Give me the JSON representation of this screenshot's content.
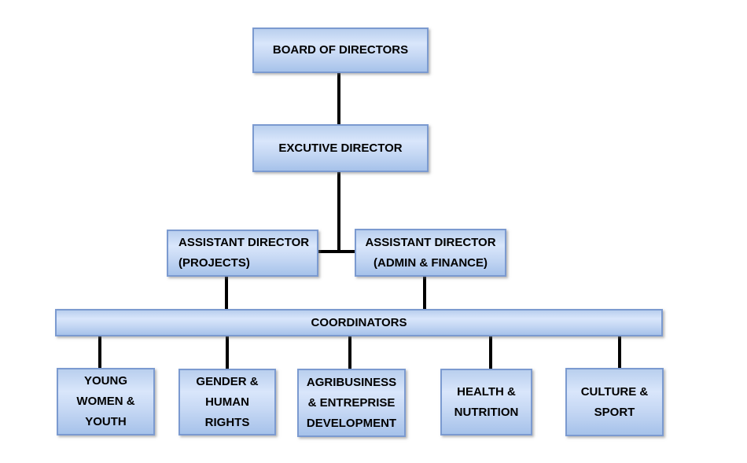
{
  "chart": {
    "type": "org-chart",
    "nodes": {
      "board": {
        "label": "BOARD OF DIRECTORS"
      },
      "executive": {
        "label": "EXCUTIVE DIRECTOR"
      },
      "assistant_projects": {
        "label": "ASSISTANT DIRECTOR\n(PROJECTS)"
      },
      "assistant_admin": {
        "label": "ASSISTANT DIRECTOR\n(ADMIN & FINANCE)"
      },
      "coordinators": {
        "label": "COORDINATORS"
      },
      "young_women_youth": {
        "label": "YOUNG\nWOMEN &\nYOUTH"
      },
      "gender_human_rights": {
        "label": "GENDER &\nHUMAN\nRIGHTS"
      },
      "agribusiness": {
        "label": "AGRIBUSINESS\n& ENTREPRISE\nDEVELOPMENT"
      },
      "health_nutrition": {
        "label": "HEALTH &\nNUTRITION"
      },
      "culture_sport": {
        "label": "CULTURE &\nSPORT"
      }
    },
    "hierarchy": [
      {
        "from": "BOARD OF DIRECTORS",
        "to": "EXCUTIVE DIRECTOR"
      },
      {
        "from": "EXCUTIVE DIRECTOR",
        "to": "ASSISTANT DIRECTOR (PROJECTS)"
      },
      {
        "from": "EXCUTIVE DIRECTOR",
        "to": "ASSISTANT DIRECTOR (ADMIN & FINANCE)"
      },
      {
        "from": "ASSISTANT DIRECTOR (PROJECTS)",
        "to": "COORDINATORS"
      },
      {
        "from": "ASSISTANT DIRECTOR (ADMIN & FINANCE)",
        "to": "COORDINATORS"
      },
      {
        "from": "COORDINATORS",
        "to": "YOUNG WOMEN & YOUTH"
      },
      {
        "from": "COORDINATORS",
        "to": "GENDER & HUMAN RIGHTS"
      },
      {
        "from": "COORDINATORS",
        "to": "AGRIBUSINESS & ENTREPRISE DEVELOPMENT"
      },
      {
        "from": "COORDINATORS",
        "to": "HEALTH & NUTRITION"
      },
      {
        "from": "COORDINATORS",
        "to": "CULTURE & SPORT"
      }
    ],
    "colors": {
      "box_fill_light": "#d9e6fb",
      "box_fill_dark": "#a6c2ea",
      "box_border": "#7b9ad0",
      "connector": "#000000",
      "text": "#000000",
      "background": "#ffffff"
    }
  }
}
